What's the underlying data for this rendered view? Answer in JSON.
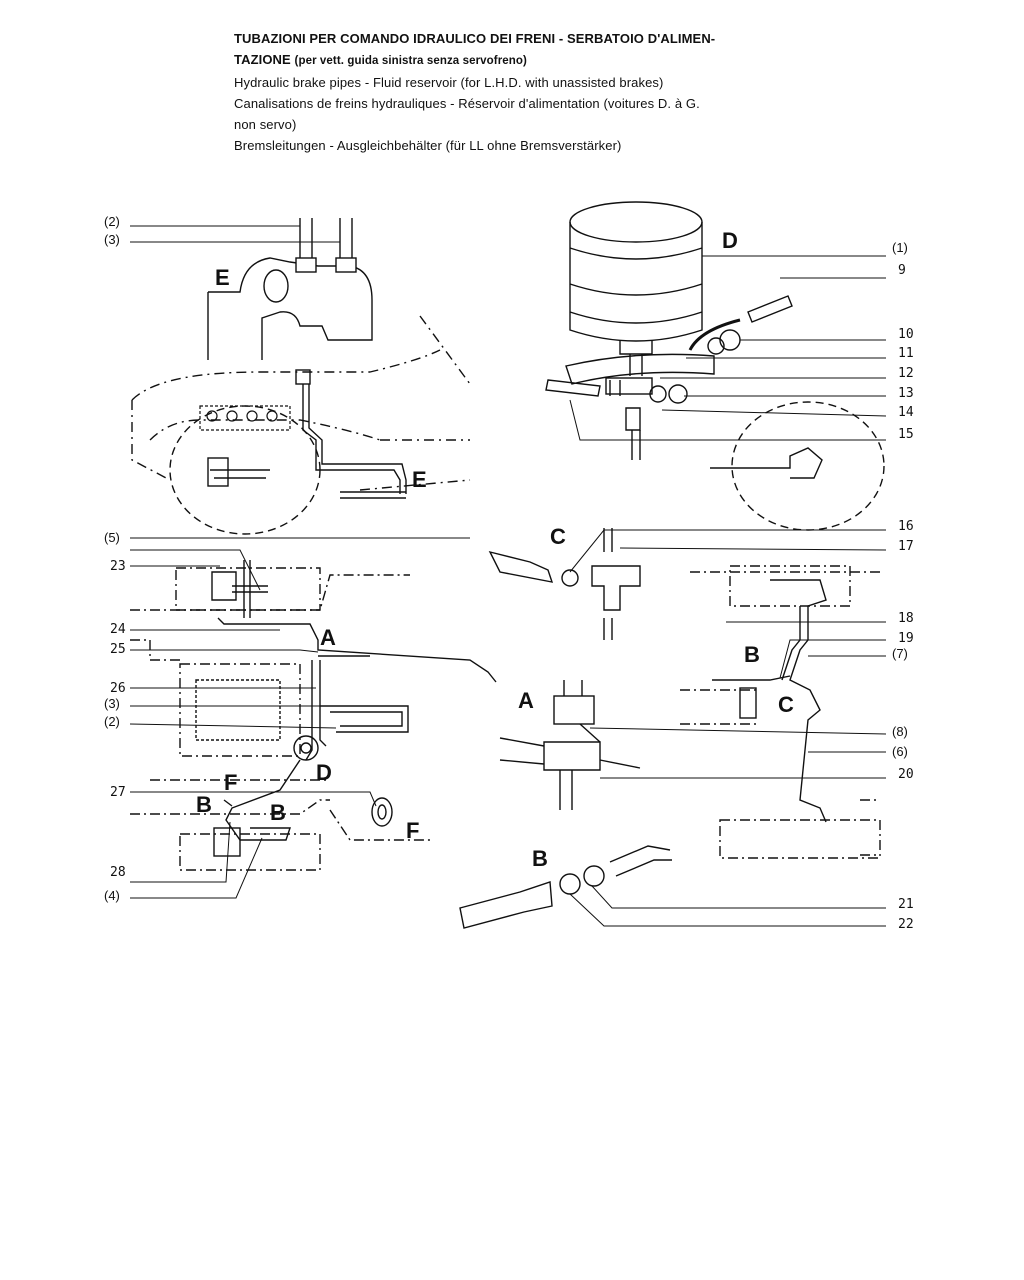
{
  "title": {
    "line1": "TUBAZIONI PER COMANDO IDRAULICO DEI FRENI - SERBATOIO D'ALIMEN-",
    "line2": "TAZIONE",
    "line2_sub": "(per vett. guida sinistra senza servofreno)",
    "line3": "Hydraulic brake pipes - Fluid reservoir (for L.H.D. with unassisted brakes)",
    "line4": "Canalisations de freins hydrauliques - Réservoir d'alimentation (voitures D. à G.",
    "line5": "non servo)",
    "line6": "Bremsleitungen - Ausgleichbehälter (für LL ohne Bremsverstärker)"
  },
  "left_callouts": {
    "c2a": "(2)",
    "c3a": "(3)",
    "c5": "(5)",
    "c23": "23",
    "c24": "24",
    "c25": "25",
    "c26": "26",
    "c3b": "(3)",
    "c2b": "(2)",
    "c27": "27",
    "c28": "28",
    "c4": "(4)"
  },
  "right_callouts": {
    "c1": "(1)",
    "c9": "9",
    "c10": "10",
    "c11": "11",
    "c12": "12",
    "c13": "13",
    "c14": "14",
    "c15": "15",
    "c16": "16",
    "c17": "17",
    "c18": "18",
    "c19": "19",
    "c7": "(7)",
    "c8": "(8)",
    "c6": "(6)",
    "c20": "20",
    "c21": "21",
    "c22": "22"
  },
  "detail_letters": {
    "e_top": "E",
    "e_mid": "E",
    "a_left": "A",
    "d_left": "D",
    "f_left": "F",
    "f_right": "F",
    "b_left1": "B",
    "b_left2": "B",
    "d_top": "D",
    "c_mid": "C",
    "a_mid": "A",
    "b_right": "B",
    "c_right": "C",
    "b_bottom": "B"
  }
}
